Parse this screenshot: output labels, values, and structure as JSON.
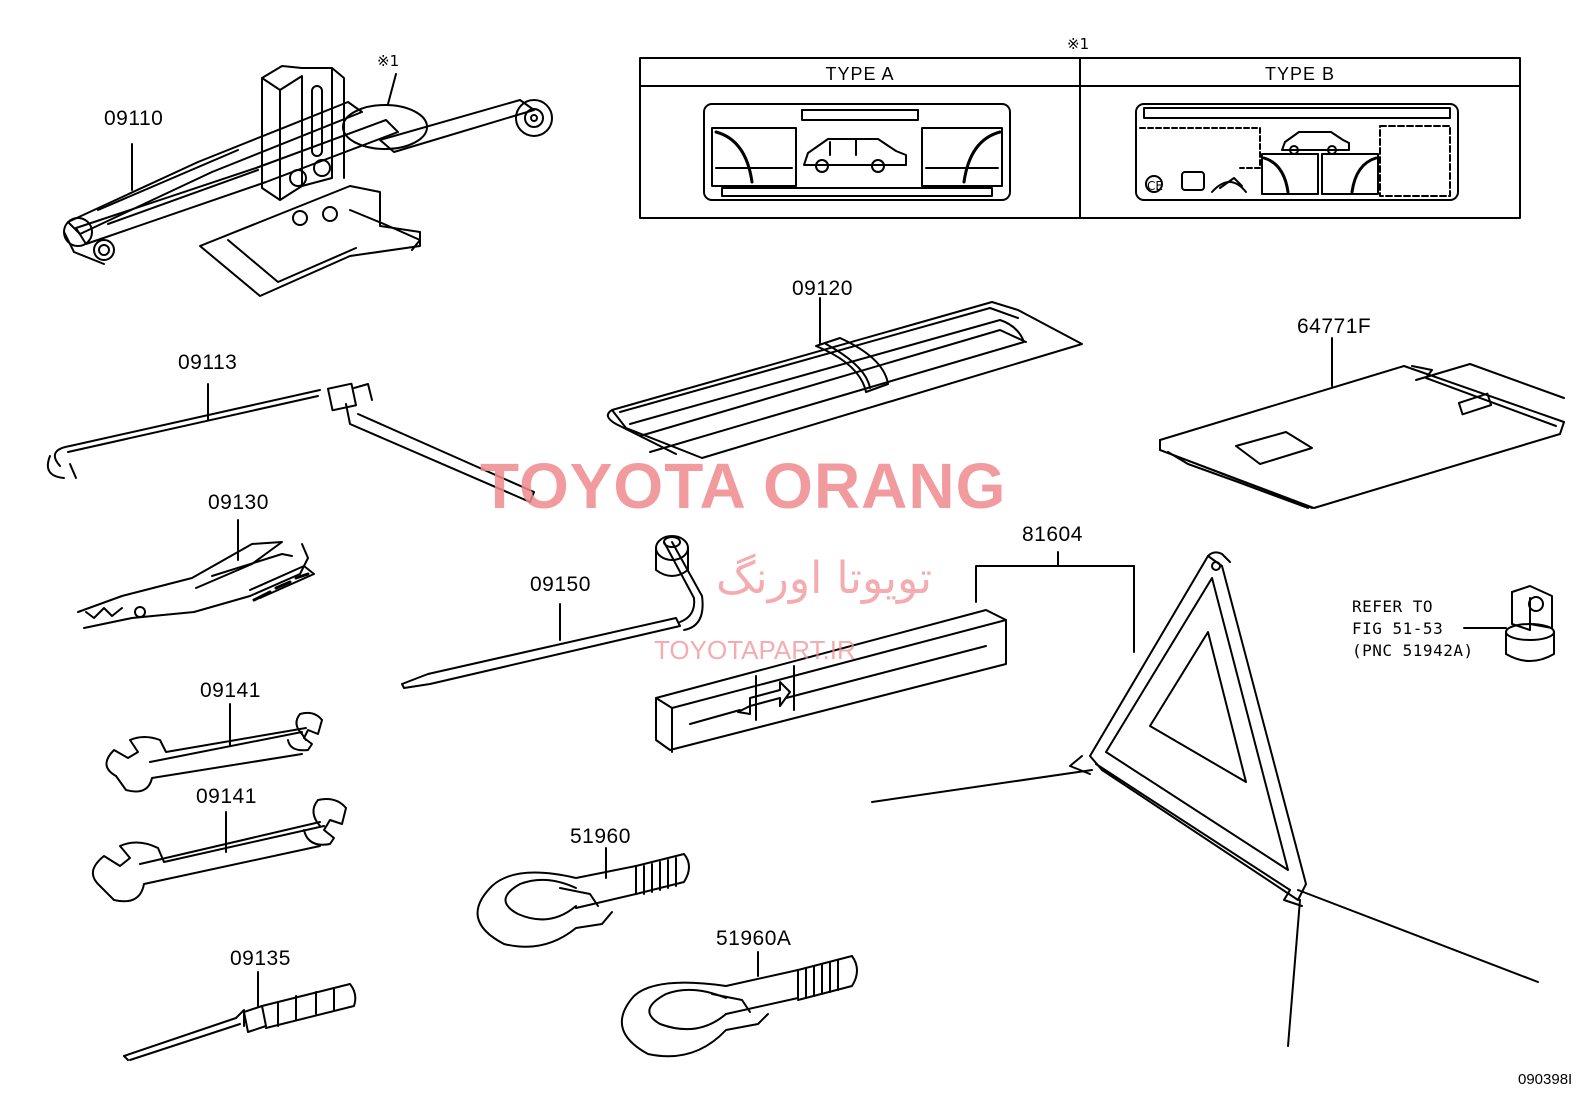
{
  "colors": {
    "line": "#000000",
    "watermark": "#f08a8f"
  },
  "note_mark": "※1",
  "label_table": {
    "types": [
      {
        "title": "TYPE A"
      },
      {
        "title": "TYPE B"
      }
    ]
  },
  "parts": [
    {
      "pnc": "09110",
      "name": "jack"
    },
    {
      "pnc": "09120",
      "name": "tool-bag"
    },
    {
      "pnc": "64771F",
      "name": "manual-case"
    },
    {
      "pnc": "09113",
      "name": "jack-handle"
    },
    {
      "pnc": "09130",
      "name": "pliers"
    },
    {
      "pnc": "09150",
      "name": "wheel-nut-wrench"
    },
    {
      "pnc": "81604",
      "name": "warning-triangle"
    },
    {
      "pnc": "09141",
      "name": "spanner-small"
    },
    {
      "pnc": "09141",
      "name": "spanner-large"
    },
    {
      "pnc": "51960",
      "name": "towing-eye"
    },
    {
      "pnc": "51960A",
      "name": "towing-eye-a"
    },
    {
      "pnc": "09135",
      "name": "screwdriver"
    }
  ],
  "reference": {
    "lines": [
      "REFER TO",
      "FIG 51-53",
      "(PNC 51942A)"
    ]
  },
  "watermark": {
    "brand": "TOYOTA ORANG",
    "persian": "تویوتا اورنگ",
    "url": "TOYOTAPART.IR"
  },
  "figure_id": "090398I"
}
